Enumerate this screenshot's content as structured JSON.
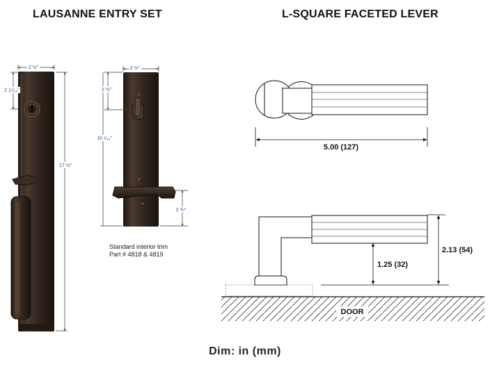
{
  "titles": {
    "left": "LAUSANNE ENTRY SET",
    "right": "L-SQUARE FACETED LEVER"
  },
  "entry_set": {
    "dims": {
      "width": "2 ½\"",
      "top_to_lock": "2 1⁵⁄₁₆\"",
      "height": "17 ½\""
    }
  },
  "interior_trim": {
    "dims": {
      "width": "2 ½\"",
      "top_to_turn": "2 ⅝\"",
      "height": "10 ⁹⁄₁₆\"",
      "lever_drop": "2 ¾\""
    },
    "caption_line1": "Standard interior trim",
    "caption_line2": "Part # 4818 & 4819"
  },
  "lever": {
    "length": "5.00 (127)",
    "lever_height": "1.25 (32)",
    "total_height": "2.13 (54)",
    "door_label": "DOOR"
  },
  "footer": "Dim: in (mm)",
  "colors": {
    "bronze_dark": "#2a211b",
    "bronze_mid": "#4a3a2e",
    "dimension_blue": "#1f4f8f"
  }
}
